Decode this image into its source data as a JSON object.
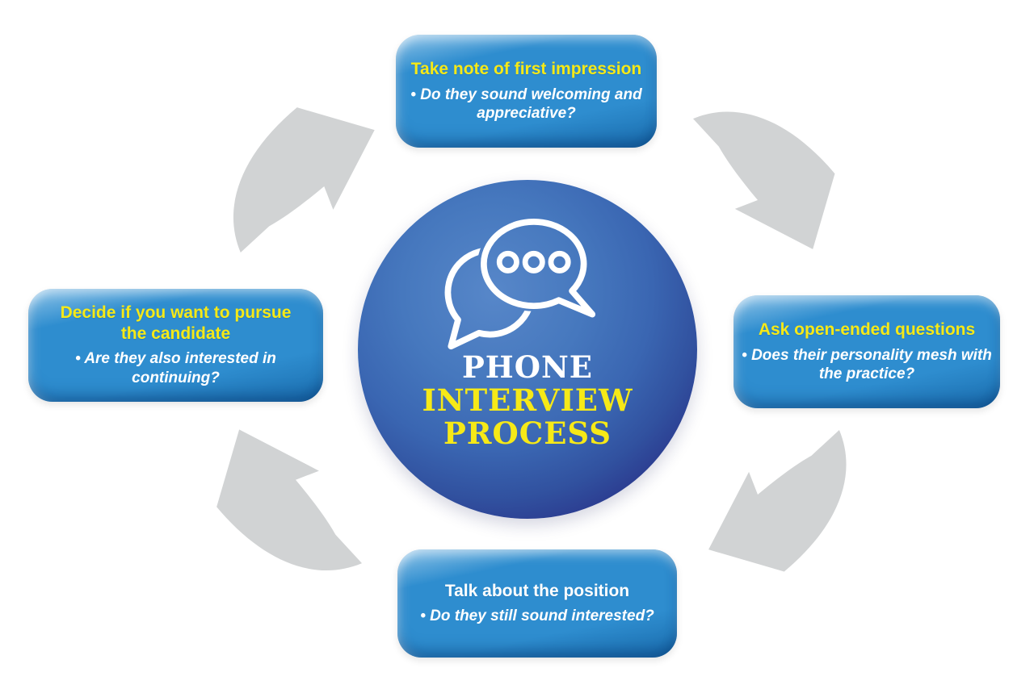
{
  "center": {
    "line1": "PHONE",
    "line2": "INTERVIEW",
    "line3": "PROCESS",
    "icon": "chat-bubbles-icon"
  },
  "steps": [
    {
      "position": "top",
      "title": "Take note of first impression",
      "title_color": "#F6E917",
      "bullet": "• Do they sound welcoming and\nappreciative?"
    },
    {
      "position": "right",
      "title": "Ask open-ended questions",
      "title_color": "#F6E917",
      "bullet": "• Does their personality mesh with\nthe practice?"
    },
    {
      "position": "bottom",
      "title": "Talk about the position",
      "title_color": "#FFFFFF",
      "bullet": "• Do they still sound interested?"
    },
    {
      "position": "left",
      "title": "Decide if you want to pursue\nthe candidate",
      "title_color": "#F6E917",
      "bullet": "• Are they also interested in continuing?"
    }
  ],
  "arrows": [
    {
      "name": "curved-arrow-up-right",
      "position": "top-left"
    },
    {
      "name": "curved-arrow-down-right",
      "position": "top-right"
    },
    {
      "name": "curved-arrow-down-left",
      "position": "bottom-right"
    },
    {
      "name": "curved-arrow-up-left",
      "position": "bottom-left"
    }
  ],
  "colors": {
    "box_blue": "#2E8DCF",
    "box_highlight": "#8FC4E8",
    "box_dark": "#1B6DAE",
    "badge_center": "#4678BE",
    "badge_mid": "#3A66B2",
    "badge_edge": "#2B3A8F",
    "badge_rim": "#2A2F7E",
    "arrow_gray": "#D1D3D4",
    "title_yellow": "#F6E917",
    "text_white": "#FFFFFF"
  }
}
